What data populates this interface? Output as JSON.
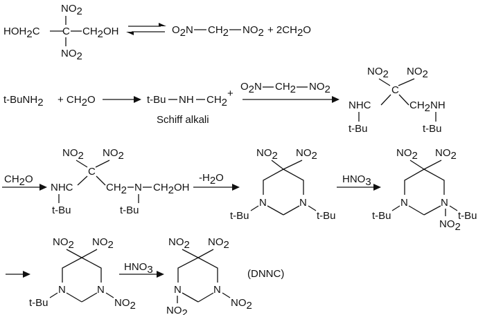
{
  "labels": {
    "nitro": "NO",
    "nitro_sub": "2",
    "hoh2c": "HOH",
    "hoh2c_sub": "2",
    "hoh2c_tail": "C",
    "ch2oh": "CH",
    "ch2oh_sub": "2",
    "ch2oh_tail": "OH",
    "o2n": "O",
    "o2n_sub": "2",
    "o2n_tail": "N",
    "ch2": "CH",
    "ch2_sub": "2",
    "plus_2ch2o": "+ 2CH",
    "plus_2ch2o_sub": "2",
    "plus_2ch2o_tail": "O",
    "tbunh2": "t-BuNH",
    "tbunh2_sub": "2",
    "plus_ch2o": "+ CH",
    "plus_ch2o_sub": "2",
    "plus_ch2o_tail": "O",
    "tbu": "t-Bu",
    "nh": "NH",
    "cation_ch2": "CH",
    "cation_sub": "2",
    "cation_charge": "+",
    "schiff": "Schiff alkali",
    "c": "C",
    "n": "N",
    "nh2": "NH",
    "nh2_sub": "2",
    "ch2_nh": "CH",
    "ch2_nh_tail": "NH",
    "reagent_ch2o": "CH",
    "reagent_ch2o_sub": "2",
    "reagent_ch2o_tail": "O",
    "minus_h2o": "-H",
    "minus_h2o_sub": "2",
    "minus_h2o_tail": "O",
    "hno3": "HNO",
    "hno3_sub": "3",
    "dnnc": "(DNNC)"
  }
}
